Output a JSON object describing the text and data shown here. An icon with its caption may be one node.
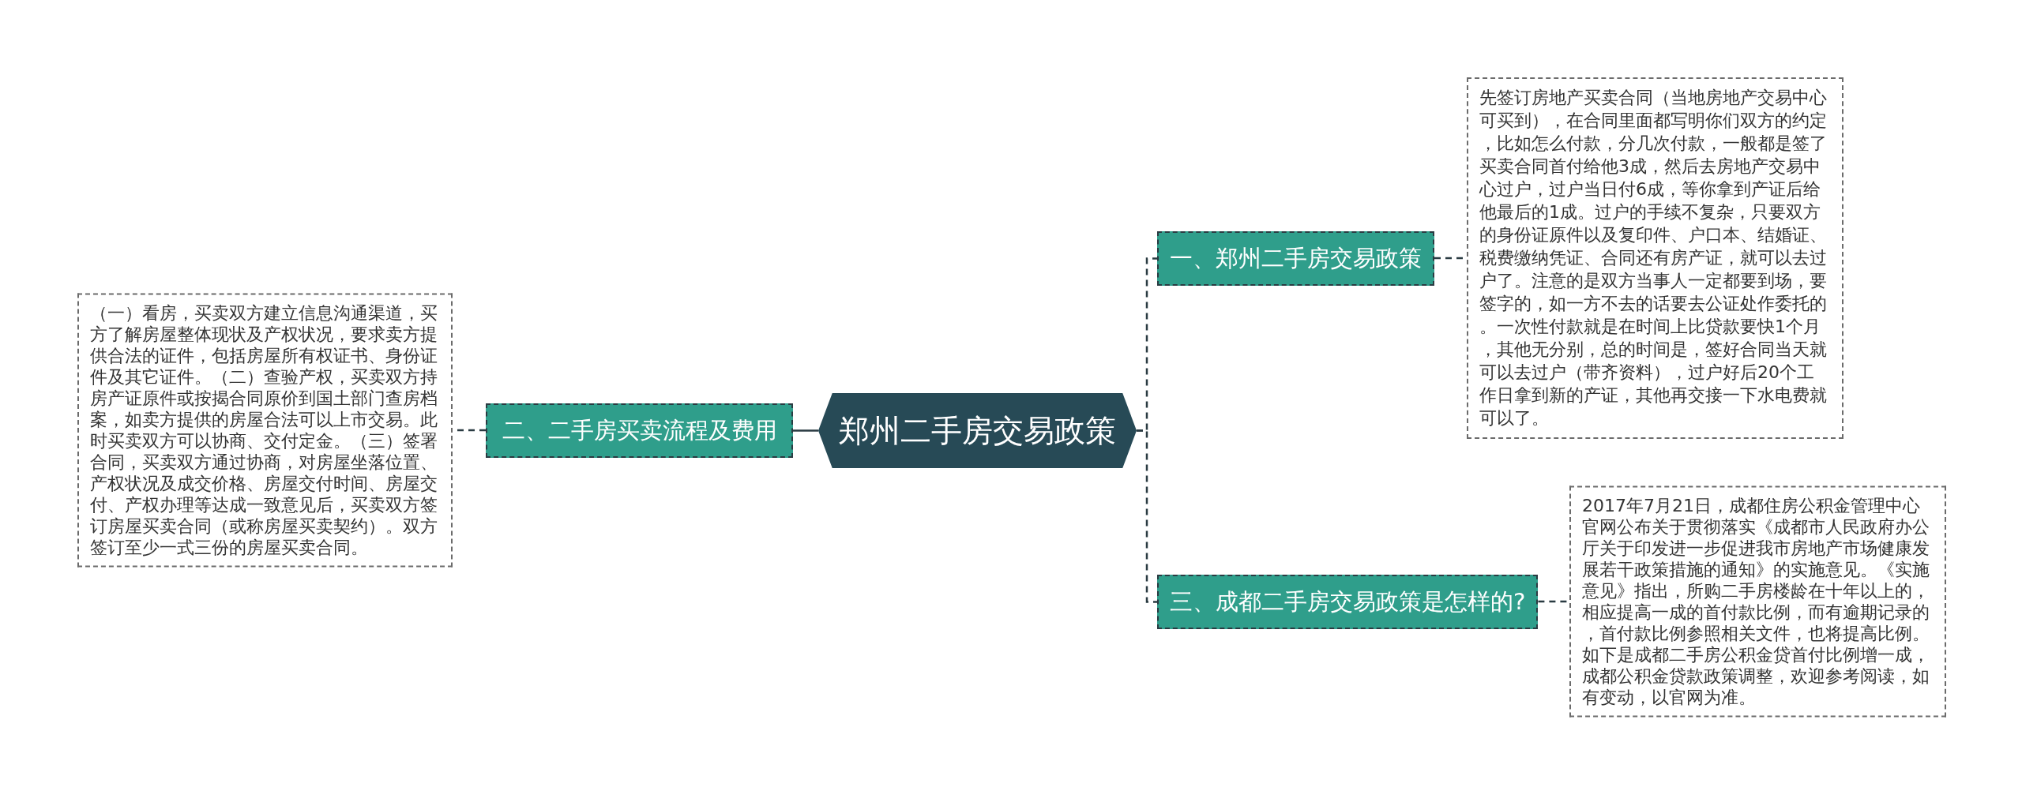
{
  "diagram": {
    "nodes": [
      {
        "text": [
          "郑州二手房交易政策"
        ]
      },
      {
        "text": [
          "一、郑州二手房交易政策"
        ]
      },
      {
        "text": [
          "先签订房地产买卖合同（当地房地产交易中心可买到），在合同里面都写明你们双方的约定，比如怎么付款，分几次付款，一般都是签了买卖合同首付给他3成，然后去房地产交易中心过户，过户当日付6成，等你拿到产证后给他最后的1成。过户的手续不复杂，只要双方的身份证原件以及复印件、户口本、结婚证、税费缴纳凭证、合同还有房产证，就可以去过户了。注意的是双方当事人一定都要到场，要签字的，如一方不去的话要去公证处作委托的。一次性付款就是在时间上比贷款要快1个月，其他无分别，总的时间是，签好合同当天就可以去过户（带齐资料），过户好后20个工作日拿到新的产证，其他再交接一下水电费就可以了。"
        ]
      },
      {
        "text": [
          "二、二手房买卖流程及费用"
        ]
      },
      {
        "text": [
          "（一）看房，买卖双方建立信息沟通渠道，买方了解房屋整体现状及产权状况，要求卖方提供合法的证件，包括房屋所有权证书、身份证件及其它证件。（二）查验产权，买卖双方持房产证原件或按揭合同原价到国土部门查房档案，如卖方提供的房屋合法可以上市交易。此时买卖双方可以协商、交付定金。（三）签署合同，买卖双方通过协商，对房屋坐落位置、产权状况及成交价格、房屋交付时间、房屋交付、产权办理等达成一致意见后，买卖双方签订房屋买卖合同（或称房屋买卖契约）。双方签订至少一式三份的房屋买卖合同。"
        ]
      },
      {
        "text": [
          "三、成都二手房交易政策是怎样的?"
        ]
      },
      {
        "text": [
          "2017年7月21日，成都住房公积金管理中心官网公布关于贯彻落实《成都市人民政府办公厅关于印发进一步促进我市房地产市场健康发展若干政策措施的通知》的实施意见。《实施意见》指出，所购二手房楼龄在十年以上的，相应提高一成的首付款比例，而有逾期记录的，首付款比例参照相关文件，也将提高比例。如下是成都二手房公积金贷首付比例增一成，成都公积金贷款政策调整，欢迎参考阅读，如有变动，以官网为准。"
        ]
      }
    ],
    "edges": [
      {
        "from": 0,
        "to": 1,
        "arrow": "none",
        "style": "dashed"
      },
      {
        "from": 1,
        "to": 2,
        "arrow": "none",
        "style": "dashed"
      },
      {
        "from": 0,
        "to": 3,
        "arrow": "none"
      },
      {
        "from": 3,
        "to": 4,
        "arrow": "none",
        "style": "dashed"
      },
      {
        "from": 0,
        "to": 5,
        "arrow": "none",
        "style": "dashed"
      },
      {
        "from": 5,
        "to": 6,
        "arrow": "none",
        "style": "dashed"
      }
    ]
  }
}
